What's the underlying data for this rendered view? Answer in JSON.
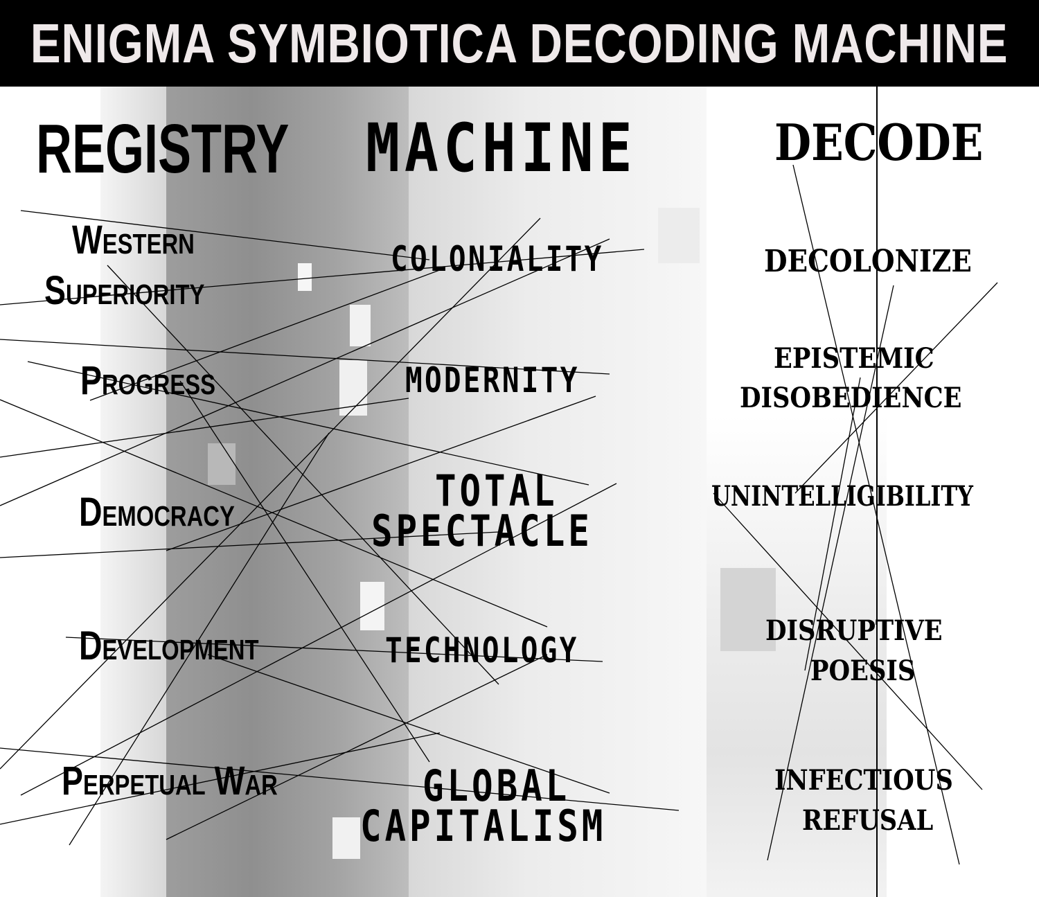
{
  "title": "ENIGMA SYMBIOTICA DECODING MACHINE",
  "columns": {
    "registry": {
      "header": "REGISTRY",
      "items": [
        "Western",
        "Superiority",
        "Progress",
        "Democracy",
        "Development",
        "Perpetual War"
      ]
    },
    "machine": {
      "header": "MACHINE",
      "items": [
        "COLONIALITY",
        "MODERNITY",
        "TOTAL",
        "SPECTACLE",
        "TECHNOLOGY",
        "GLOBAL",
        "CAPITALISM"
      ]
    },
    "decode": {
      "header": "DECODE",
      "items": [
        "DECOLONIZE",
        "EPISTEMIC",
        "DISOBEDIENCE",
        "UNINTELLIGIBILITY",
        "DISRUPTIVE",
        "POESIS",
        "INFECTIOUS",
        "REFUSAL"
      ]
    }
  },
  "colors": {
    "title_bar": "#000000",
    "title_text": "#efe9ea",
    "text": "#000000",
    "texture_grey": "#9d9d9d",
    "lines": "#000000"
  }
}
